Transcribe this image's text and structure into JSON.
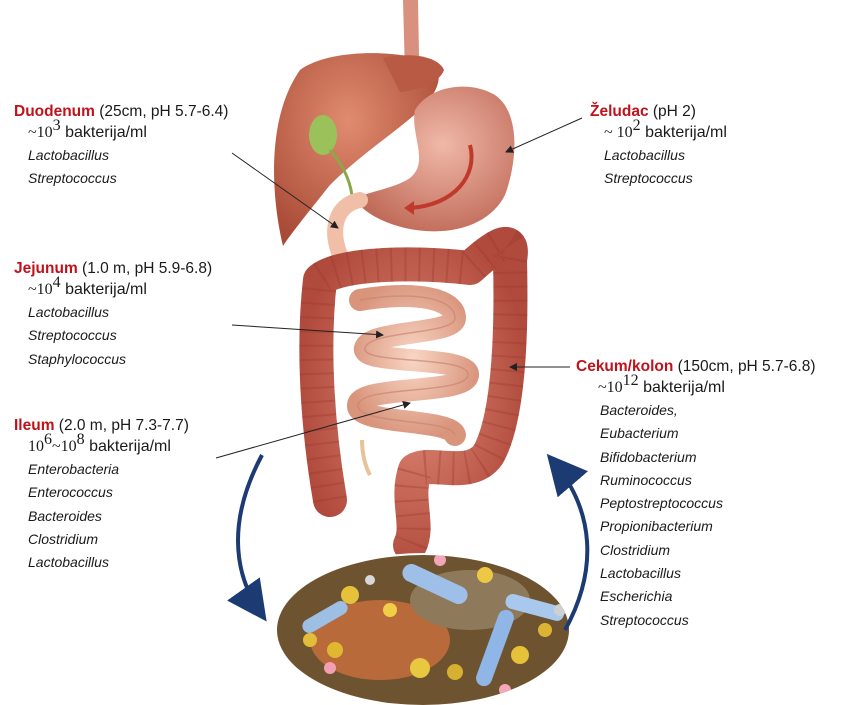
{
  "sections": {
    "duodenum": {
      "name": "Duodenum",
      "details": "(25cm, pH 5.7-6.4)",
      "count_approx": "~",
      "count_base": "10",
      "count_exp": "3",
      "count_unit": "bakterija/ml",
      "organisms": [
        "Lactobacillus",
        "Streptococcus"
      ]
    },
    "zeludac": {
      "name": "Želudac",
      "details": "(pH 2)",
      "count_approx": "~ ",
      "count_base": "10",
      "count_exp": "2",
      "count_unit": "bakterija/ml",
      "organisms": [
        "Lactobacillus",
        "Streptococcus"
      ]
    },
    "jejunum": {
      "name": "Jejunum",
      "details": "(1.0 m, pH 5.9-6.8)",
      "count_approx": "~",
      "count_base": "10",
      "count_exp": "4",
      "count_unit": "bakterija/ml",
      "organisms": [
        "Lactobacillus",
        "Streptococcus",
        "Staphylococcus"
      ]
    },
    "ileum": {
      "name": "Ileum",
      "details": "(2.0 m, pH 7.3-7.7)",
      "count_low_base": "10",
      "count_low_exp": "6",
      "count_sep": "~",
      "count_high_base": "10",
      "count_high_exp": "8",
      "count_unit": "bakterija/ml",
      "organisms": [
        "Enterobacteria",
        "Enterococcus",
        "Bacteroides",
        "Clostridium",
        "Lactobacillus"
      ]
    },
    "cekum": {
      "name": "Cekum/kolon",
      "details": "(150cm, pH 5.7-6.8)",
      "count_approx": "~",
      "count_base": "10",
      "count_exp": "12",
      "count_unit": "bakterija/ml",
      "organisms": [
        "Bacteroides,",
        "Eubacterium",
        "Bifidobacterium",
        "Ruminococcus",
        "Peptostreptococcus",
        "Propionibacterium",
        "Clostridium",
        "Lactobacillus",
        "Escherichia",
        "Streptococcus"
      ]
    }
  },
  "colors": {
    "label_red": "#c0121b",
    "liver": "#c0684f",
    "stomach": "#d98a78",
    "small_intestine": "#ecb49c",
    "colon": "#c45a4c",
    "cycle_arrow": "#1c3b73",
    "gallbladder": "#9bc25a"
  },
  "icons": [
    "digestive-tract-illustration",
    "bacteria-micrograph",
    "cycle-arrow-left",
    "cycle-arrow-right"
  ]
}
